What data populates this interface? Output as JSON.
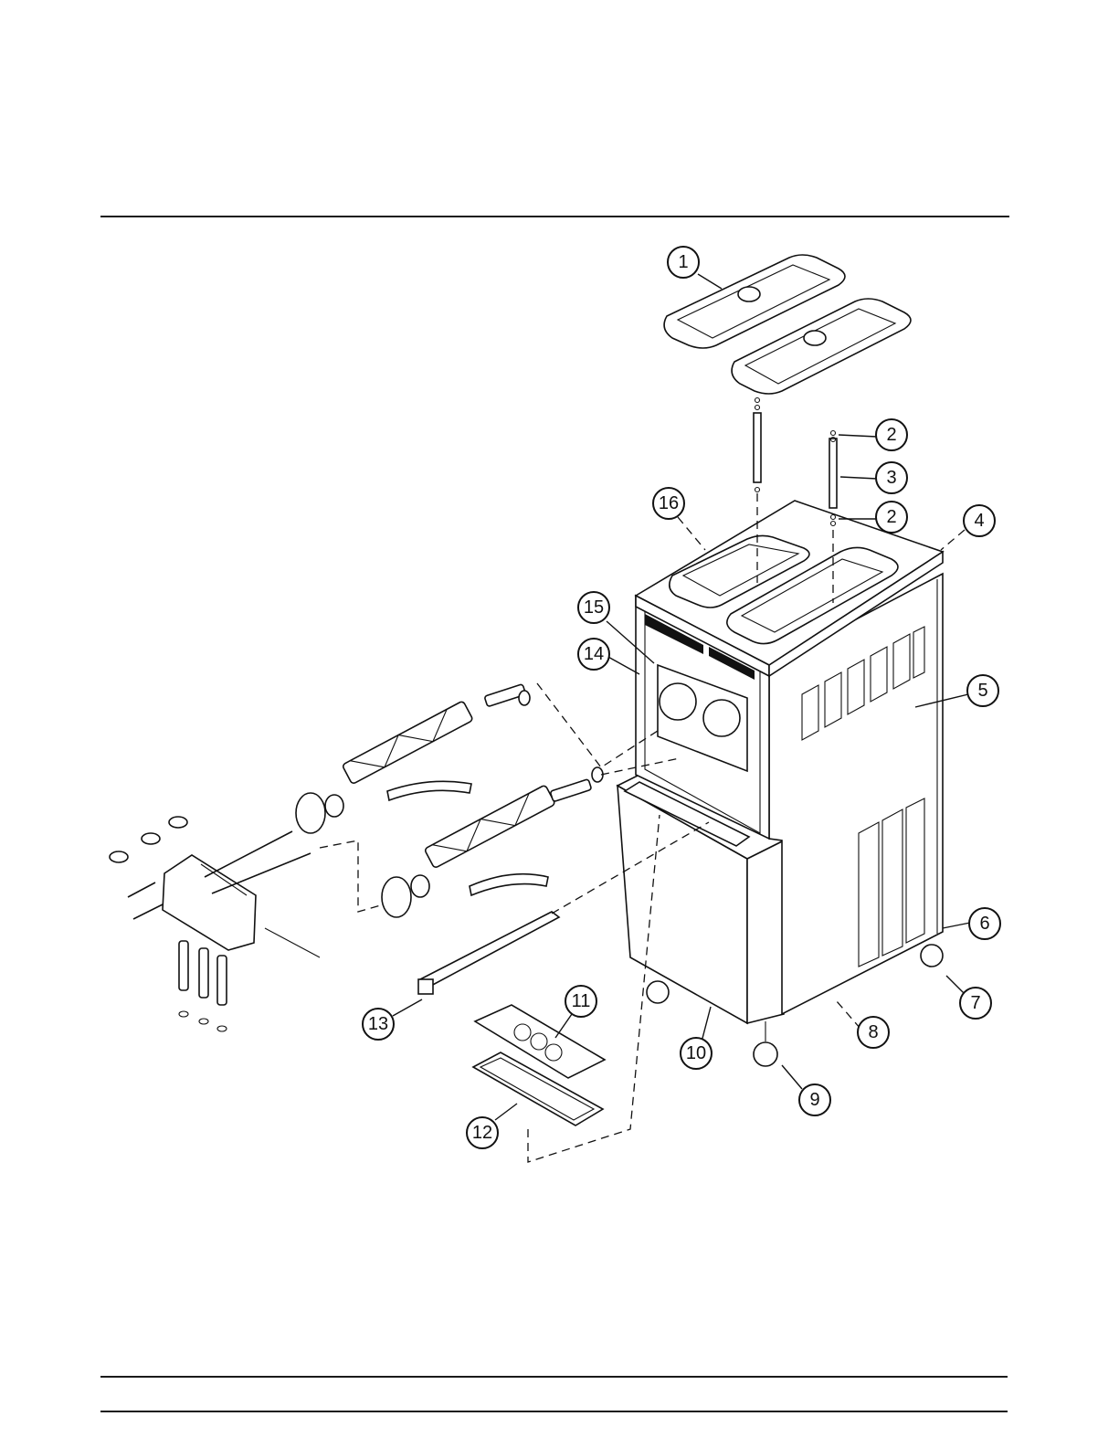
{
  "callouts": [
    {
      "id": "callout-1",
      "label": "1"
    },
    {
      "id": "callout-2a",
      "label": "2"
    },
    {
      "id": "callout-3",
      "label": "3"
    },
    {
      "id": "callout-2b",
      "label": "2"
    },
    {
      "id": "callout-4",
      "label": "4"
    },
    {
      "id": "callout-16",
      "label": "16"
    },
    {
      "id": "callout-15",
      "label": "15"
    },
    {
      "id": "callout-14",
      "label": "14"
    },
    {
      "id": "callout-5",
      "label": "5"
    },
    {
      "id": "callout-6",
      "label": "6"
    },
    {
      "id": "callout-7",
      "label": "7"
    },
    {
      "id": "callout-8",
      "label": "8"
    },
    {
      "id": "callout-9",
      "label": "9"
    },
    {
      "id": "callout-10",
      "label": "10"
    },
    {
      "id": "callout-11",
      "label": "11"
    },
    {
      "id": "callout-12",
      "label": "12"
    },
    {
      "id": "callout-13",
      "label": "13"
    }
  ]
}
